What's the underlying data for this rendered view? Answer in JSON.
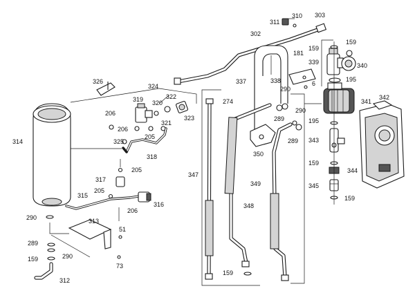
{
  "labels": {
    "l303": "303",
    "l310": "310",
    "l311": "311",
    "l302": "302",
    "l181": "181",
    "l339": "339",
    "l159a": "159",
    "l159b": "159",
    "l340": "340",
    "l337": "337",
    "l338": "338",
    "l290a": "290",
    "l6": "6",
    "l195a": "195",
    "l341": "341",
    "l342": "342",
    "l326": "326",
    "l324": "324",
    "l322": "322",
    "l319": "319",
    "l320": "320",
    "l323": "323",
    "l274": "274",
    "l206a": "206",
    "l206b": "206",
    "l321": "321",
    "l205a": "205",
    "l325": "325",
    "l318": "318",
    "l314": "314",
    "l289a": "289",
    "l290b": "290",
    "l289b": "289",
    "l195b": "195",
    "l343": "343",
    "l350": "350",
    "l159c": "159",
    "l344": "344",
    "l347": "347",
    "l205b": "205",
    "l317": "317",
    "l205c": "205",
    "l349": "349",
    "l345": "345",
    "l315": "315",
    "l316": "316",
    "l206c": "206",
    "l159d": "159",
    "l348": "348",
    "l290c": "290",
    "l313": "313",
    "l51": "51",
    "l289c": "289",
    "l290d": "290",
    "l159e": "159",
    "l73": "73",
    "l312": "312",
    "l159f": "159"
  }
}
